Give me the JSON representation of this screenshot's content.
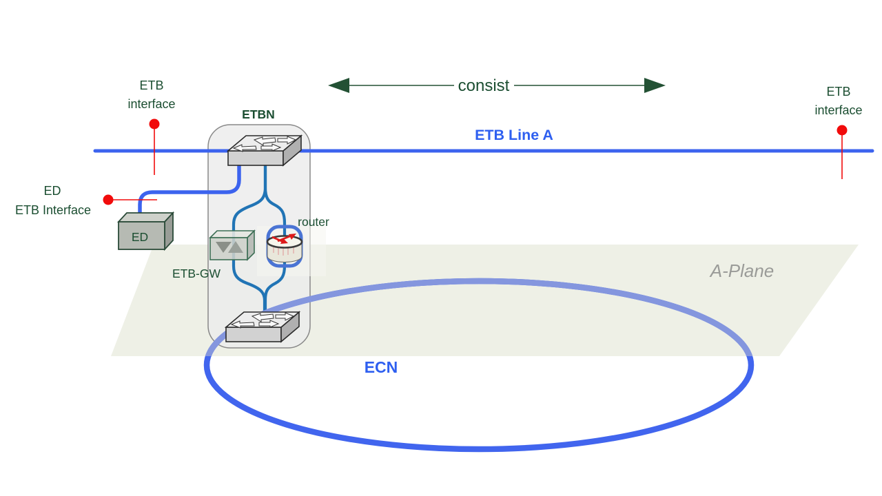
{
  "labels": {
    "consist": "consist",
    "etb_line": "ETB Line A",
    "ecn": "ECN",
    "a_plane": "A-Plane",
    "etbn": "ETBN",
    "router": "router",
    "etb_gw": "ETB-GW",
    "ed_box": "ED",
    "left_etb_interface": {
      "line1": "ETB",
      "line2": "interface"
    },
    "right_etb_interface": {
      "line1": "ETB",
      "line2": "interface"
    },
    "ed_interface": {
      "line1": "ED",
      "line2": "ETB Interface"
    }
  },
  "colors": {
    "label_green": "#1b4e31",
    "blue_label": "#2e5ff0",
    "etb_line_blue": "#3c63ee",
    "ed_link_blue": "#3c63ee",
    "ecn_ring_blue": "#4165ee",
    "ecn_ring_muted": "#8496de",
    "consist_arrow_green": "#235134",
    "teal_line": "#2174b5",
    "plane_fill": "#eef0e6",
    "container_fill": "#ececec",
    "container_stroke": "#888888",
    "pin_red": "#f10b0b",
    "router_ring_blue": "#4a74d4",
    "a_plane_text_gray": "#9a9b98"
  }
}
